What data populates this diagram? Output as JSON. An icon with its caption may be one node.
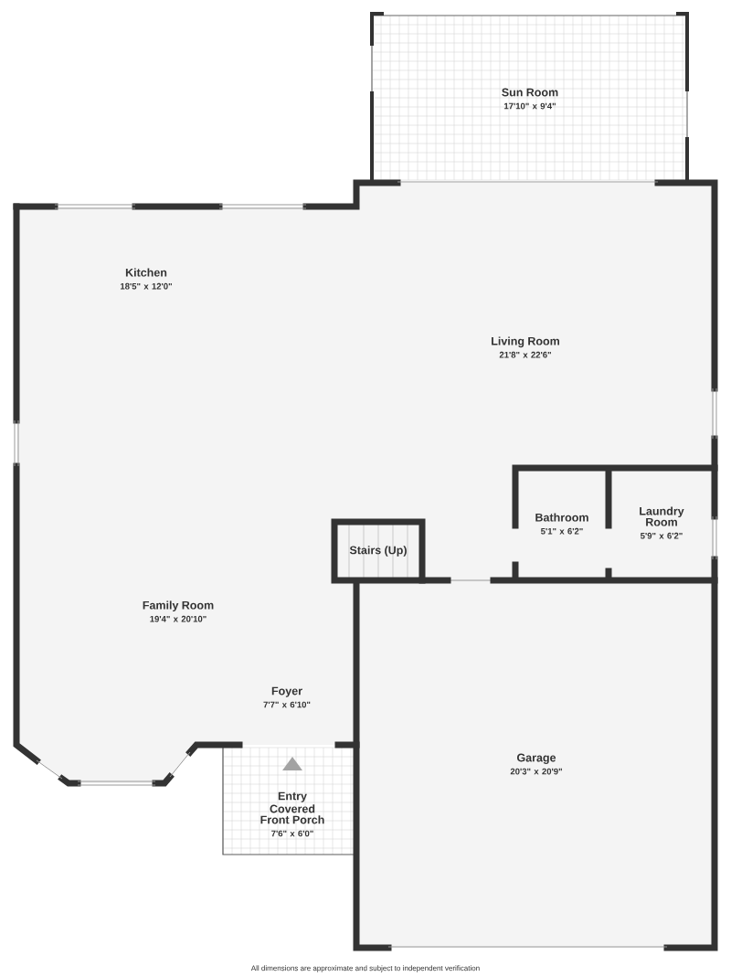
{
  "diagram": {
    "nodes": [
      {
        "text": [
          "Sun Room",
          "17'10\" x 9'4\""
        ]
      },
      {
        "text": [
          "Kitchen",
          "18'5\" x 12'0\""
        ]
      },
      {
        "text": [
          "Living Room",
          "21'8\" x 22'6\""
        ]
      },
      {
        "text": [
          "Bathroom",
          "5'1\" x 6'2\""
        ]
      },
      {
        "text": [
          "Laundry Room",
          "5'9\" x 6'2\""
        ]
      },
      {
        "text": [
          "Stairs (Up)"
        ]
      },
      {
        "text": [
          "Family Room",
          "19'4\" x 20'10\""
        ]
      },
      {
        "text": [
          "Foyer",
          "7'7\" x 6'10\""
        ]
      },
      {
        "text": [
          "Garage",
          "20'3\" x 20'9\""
        ]
      },
      {
        "text": [
          "Entry",
          "Covered Front Porch",
          "7'6\" x 6'0\""
        ]
      }
    ],
    "labels": [
      "All dimensions are approximate and subject to independent verification"
    ]
  }
}
